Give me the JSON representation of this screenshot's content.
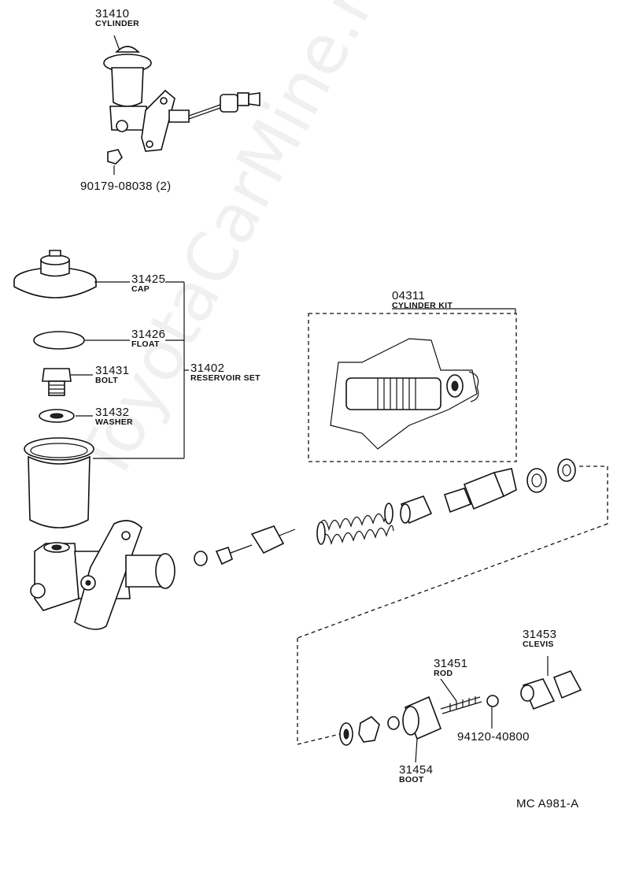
{
  "watermark": "ToyotaCarMine.ru",
  "labels": {
    "p31410": {
      "num": "31410",
      "name": "CYLINDER"
    },
    "p90179": {
      "num": "90179-08038 (2)"
    },
    "p31425": {
      "num": "31425",
      "name": "CAP"
    },
    "p31426": {
      "num": "31426",
      "name": "FLOAT"
    },
    "p31431": {
      "num": "31431",
      "name": "BOLT"
    },
    "p31432": {
      "num": "31432",
      "name": "WASHER"
    },
    "p31402": {
      "num": "31402",
      "name": "RESERVOIR SET"
    },
    "p04311": {
      "num": "04311",
      "name": "CYLINDER KIT"
    },
    "p31453": {
      "num": "31453",
      "name": "CLEVIS"
    },
    "p31451": {
      "num": "31451",
      "name": "ROD"
    },
    "p94120": {
      "num": "94120-40800"
    },
    "p31454": {
      "num": "31454",
      "name": "BOOT"
    }
  },
  "figure_code": "MC  A981-A"
}
